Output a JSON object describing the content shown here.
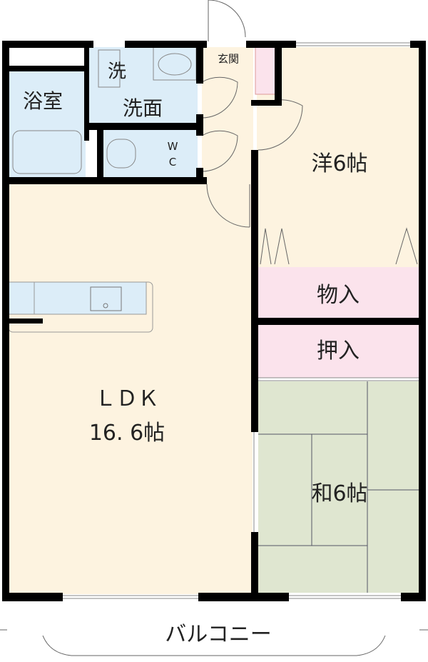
{
  "rooms": {
    "bath": "浴室",
    "washer": "洗",
    "washroom": "洗面",
    "wc_w": "W",
    "wc_c": "C",
    "entrance": "玄関",
    "western": "洋6帖",
    "storage": "物入",
    "closet": "押入",
    "ldk": "ＬＤＫ",
    "ldk_size": "16. 6帖",
    "japanese": "和6帖",
    "balcony": "バルコニー"
  },
  "colors": {
    "wall": "#000000",
    "floor": "#fdf3e0",
    "wet": "#dcedf8",
    "closet": "#fbe3ec",
    "tatami": "#dfe6d0"
  }
}
